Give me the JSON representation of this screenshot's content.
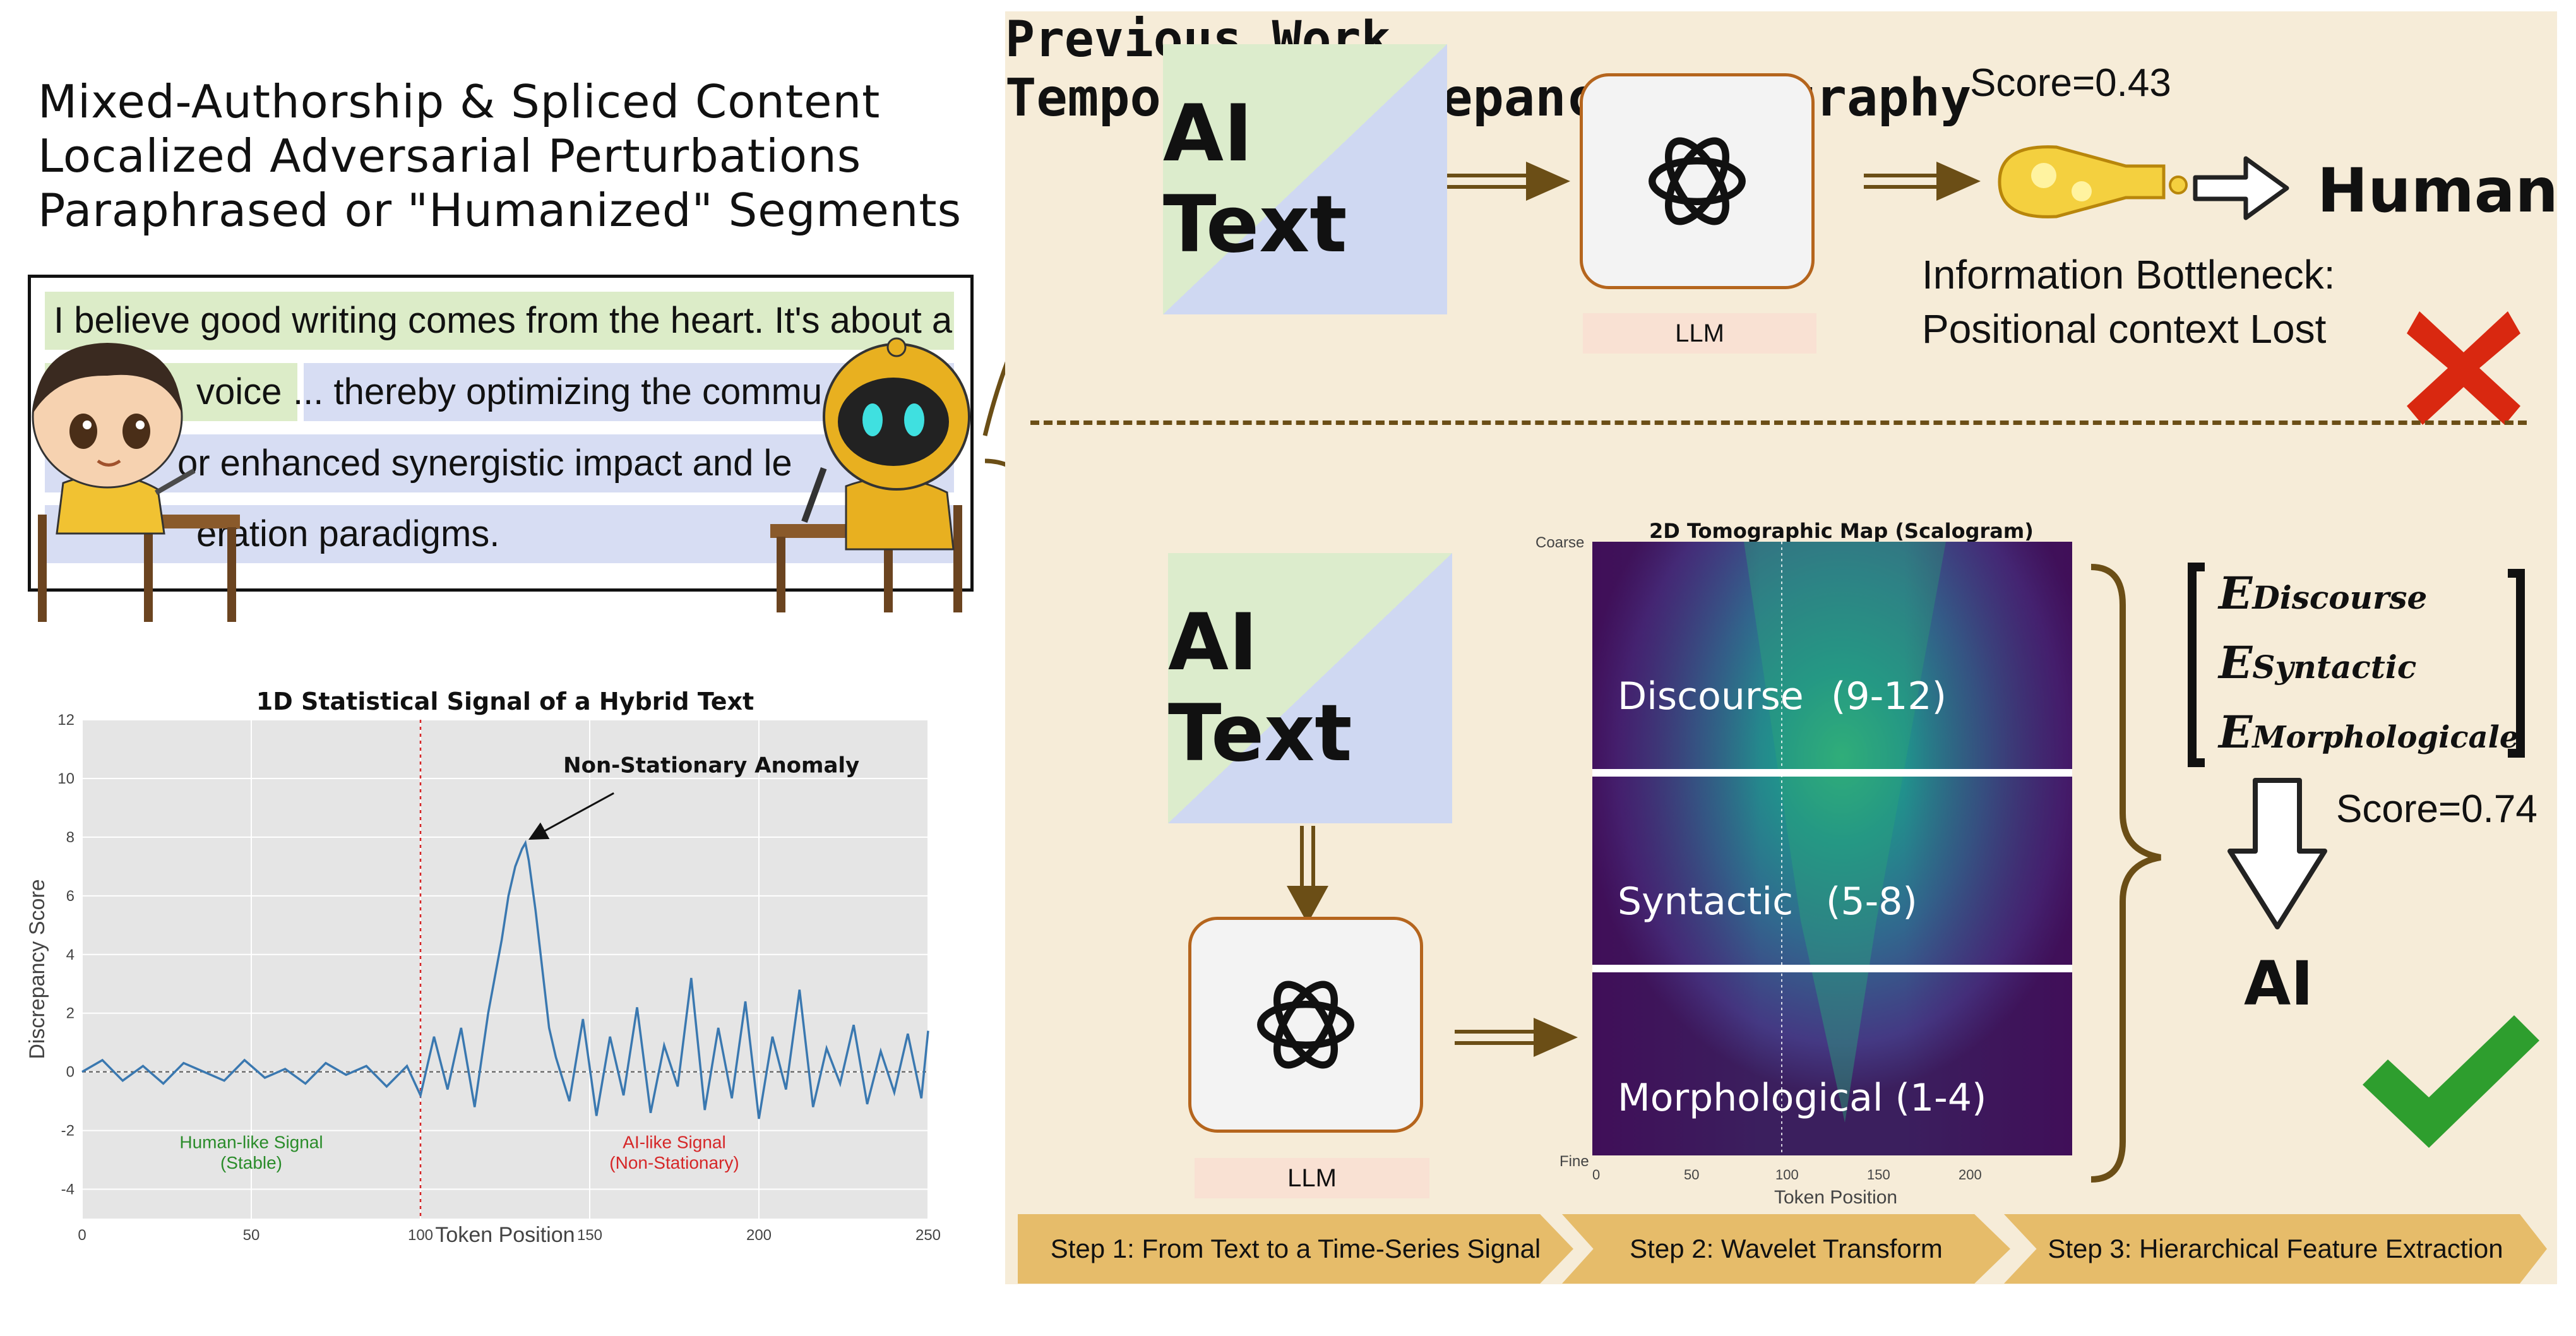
{
  "issues": [
    "Mixed-Authorship & Spliced Content",
    "Localized Adversarial Perturbations",
    "Paraphrased or \"Humanized\" Segments"
  ],
  "example_text": {
    "line1": "I believe good writing comes from the heart. It's about a",
    "line2a": "voice",
    "line2b": "... thereby optimizing the commu",
    "line3": "or enhanced synergistic impact and le",
    "line4": "eration paradigms."
  },
  "signal_chart": {
    "title": "1D Statistical Signal of a Hybrid Text",
    "annotation": "Non-Stationary Anomaly",
    "human_label_1": "Human-like Signal",
    "human_label_2": "(Stable)",
    "ai_label_1": "AI-like Signal",
    "ai_label_2": "(Non-Stationary)",
    "human_color": "#2a8c2a",
    "ai_color": "#d62728",
    "line_color": "#3a78b0"
  },
  "chart_data": {
    "type": "line",
    "title": "1D Statistical Signal of a Hybrid Text",
    "xlabel": "Token Position",
    "ylabel": "Discrepancy Score",
    "xlim": [
      0,
      250
    ],
    "ylim": [
      -5,
      12
    ],
    "xticks": [
      0,
      50,
      100,
      150,
      200,
      250
    ],
    "yticks": [
      -4,
      -2,
      0,
      2,
      4,
      6,
      8,
      10,
      12
    ],
    "grid": true,
    "vline_x": 100,
    "annotation_point": [
      131,
      7.8
    ],
    "x": [
      0,
      6,
      12,
      18,
      24,
      30,
      36,
      42,
      48,
      54,
      60,
      66,
      72,
      78,
      84,
      90,
      96,
      100,
      104,
      108,
      112,
      116,
      120,
      124,
      126,
      128,
      130,
      131,
      132,
      134,
      136,
      138,
      140,
      144,
      148,
      152,
      156,
      160,
      164,
      168,
      172,
      176,
      180,
      184,
      188,
      192,
      196,
      200,
      204,
      208,
      212,
      216,
      220,
      224,
      228,
      232,
      236,
      240,
      244,
      248,
      250
    ],
    "y": [
      0,
      0.4,
      -0.3,
      0.2,
      -0.4,
      0.3,
      0,
      -0.3,
      0.4,
      -0.2,
      0.1,
      -0.4,
      0.3,
      -0.1,
      0.2,
      -0.5,
      0.2,
      -0.8,
      1.2,
      -0.6,
      1.5,
      -1.2,
      2.0,
      4.5,
      6.0,
      7.0,
      7.6,
      7.8,
      7.2,
      5.5,
      3.5,
      1.5,
      0.5,
      -1.0,
      1.8,
      -1.5,
      1.2,
      -0.8,
      2.2,
      -1.4,
      0.9,
      -0.5,
      3.2,
      -1.3,
      1.5,
      -0.9,
      2.4,
      -1.6,
      1.2,
      -0.6,
      2.8,
      -1.2,
      0.8,
      -0.4,
      1.6,
      -1.1,
      0.7,
      -0.7,
      1.3,
      -0.9,
      1.4
    ]
  },
  "previous_work": {
    "section_title": "Previous Work",
    "ai_text": "AI Text",
    "llm_label": "LLM",
    "score": "Score=0.43",
    "result": "Human",
    "note_line1": "Information Bottleneck:",
    "note_line2": "Positional context Lost"
  },
  "tdt": {
    "section_title": "Temporal Discrepancy Tomography",
    "ai_text": "AI Text",
    "llm_label": "LLM",
    "scalogram_title": "2D Tomographic Map (Scalogram)",
    "coarse": "Coarse",
    "fine": "Fine",
    "xlabel": "Token Position",
    "xticks": [
      "0",
      "50",
      "100",
      "150",
      "200"
    ],
    "bands": [
      {
        "name": "Discourse",
        "range": "(9-12)"
      },
      {
        "name": "Syntactic",
        "range": "(5-8)"
      },
      {
        "name": "Morphological (1-4)",
        "range": ""
      }
    ],
    "feature_vector": [
      {
        "base": "E",
        "sub": "Discourse"
      },
      {
        "base": "E",
        "sub": "Syntactic"
      },
      {
        "base": "E",
        "sub": "Morphologicale"
      }
    ],
    "score": "Score=0.74",
    "result": "AI"
  },
  "steps": [
    "Step 1: From Text to a Time-Series Signal",
    "Step 2: Wavelet Transform",
    "Step 3: Hierarchical Feature Extraction"
  ],
  "colors": {
    "panel_bg": "#f6ecd8",
    "arrow": "#6b4e16",
    "cross": "#d92810",
    "check": "#2e9e2e",
    "step_bg": "#e6bc6a",
    "llm_border": "#b5651d"
  }
}
